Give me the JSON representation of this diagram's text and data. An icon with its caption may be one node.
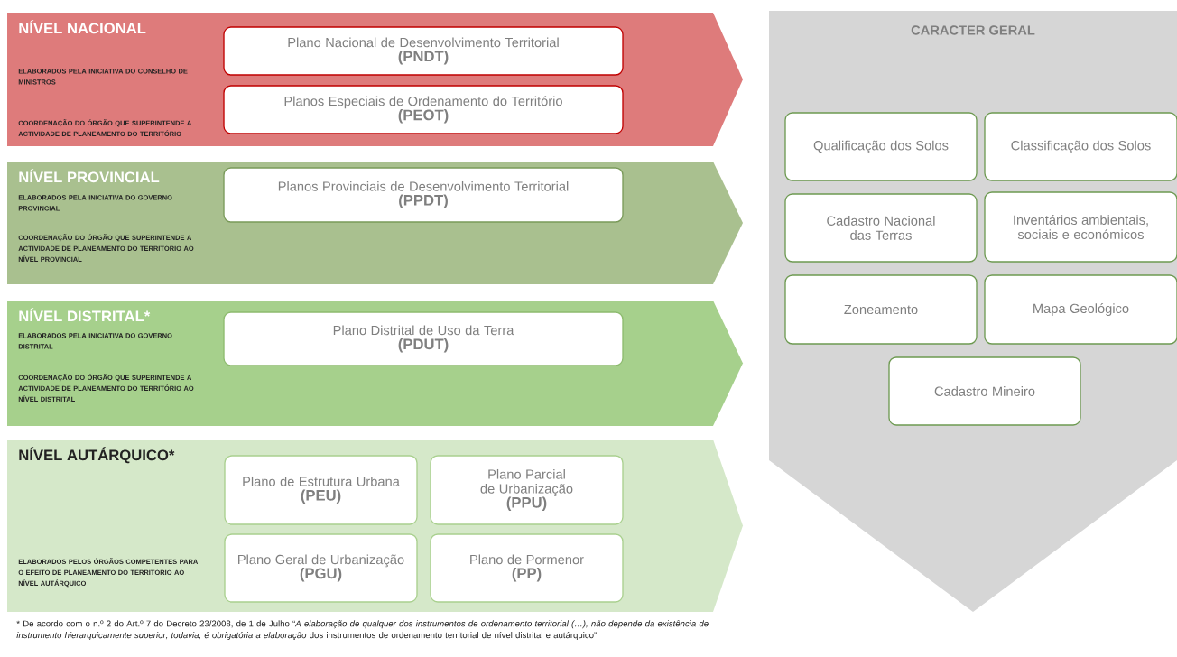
{
  "diagram": {
    "nodes": [
      {
        "text": [
          "NÍVEL NACIONAL",
          "ELABORADOS PELA INICIATIVA DO CONSELHO DE MINISTROS",
          "COORDENAÇÃO DO ÓRGÃO QUE SUPERINTENDE A ACTIVIDADE DE PLANEAMENTO DO TERRITÓRIO"
        ]
      },
      {
        "text": [
          "Plano Nacional de Desenvolvimento Territorial",
          "(PNDT)"
        ],
        "in": 0
      },
      {
        "text": [
          "Planos Especiais de Ordenamento do Território",
          "(PEOT)"
        ],
        "in": 0
      },
      {
        "text": [
          "NÍVEL PROVINCIAL",
          "ELABORADOS PELA INICIATIVA DO GOVERNO PROVINCIAL",
          "COORDENAÇÃO DO ÓRGÃO QUE SUPERINTENDE A ACTIVIDADE DE PLANEAMENTO DO TERRITÓRIO AO NÍVEL PROVINCIAL"
        ]
      },
      {
        "text": [
          "Planos Provinciais de Desenvolvimento Territorial",
          "(PPDT)"
        ],
        "in": 3
      },
      {
        "text": [
          "NÍVEL DISTRITAL*",
          "ELABORADOS PELA INICIATIVA DO GOVERNO DISTRITAL",
          "COORDENAÇÃO DO ÓRGÃO QUE SUPERINTENDE A ACTIVIDADE DE PLANEAMENTO DO TERRITÓRIO AO NÍVEL DISTRITAL"
        ]
      },
      {
        "text": [
          "Plano Distrital de Uso da Terra",
          "(PDUT)"
        ],
        "in": 5
      },
      {
        "text": [
          "NÍVEL AUTÁRQUICO*",
          "ELABORADOS PELOS ÓRGÃOS COMPETENTES PARA O EFEITO DE PLANEAMENTO DO TERRITÓRIO AO NÍVEL AUTÁRQUICO"
        ]
      },
      {
        "text": [
          "Plano de Estrutura Urbana",
          "(PEU)"
        ],
        "in": 7
      },
      {
        "text": [
          "Plano Parcial de Urbanização",
          "(PPU)"
        ],
        "in": 7
      },
      {
        "text": [
          "Plano Geral de Urbanização",
          "(PGU)"
        ],
        "in": 7
      },
      {
        "text": [
          "Plano de Pormenor",
          "(PP)"
        ],
        "in": 7
      },
      {
        "text": [
          "CARACTER GERAL"
        ]
      },
      {
        "text": [
          "Qualificação dos Solos"
        ],
        "in": 12
      },
      {
        "text": [
          "Classificação dos Solos"
        ],
        "in": 12
      },
      {
        "text": [
          "Cadastro Nacional das Terras"
        ],
        "in": 12
      },
      {
        "text": [
          "Inventários ambientais, sociais e económicos"
        ],
        "in": 12
      },
      {
        "text": [
          "Zoneamento"
        ],
        "in": 12
      },
      {
        "text": [
          "Mapa Geológico"
        ],
        "in": 12
      },
      {
        "text": [
          "Cadastro Mineiro"
        ],
        "in": 12
      }
    ],
    "caption": "* De acordo com o n.º 2 do Art.º 7 do Decreto 23/2008, de 1 de Julho “*A elaboração de qualquer dos instrumentos de ordenamento territorial (…), não depende da existência de instrumento hierarquicamente superior; todavia, é obrigatória a elaboração* dos instrumentos de ordenamento territorial de nível distrital e autárquico”"
  }
}
